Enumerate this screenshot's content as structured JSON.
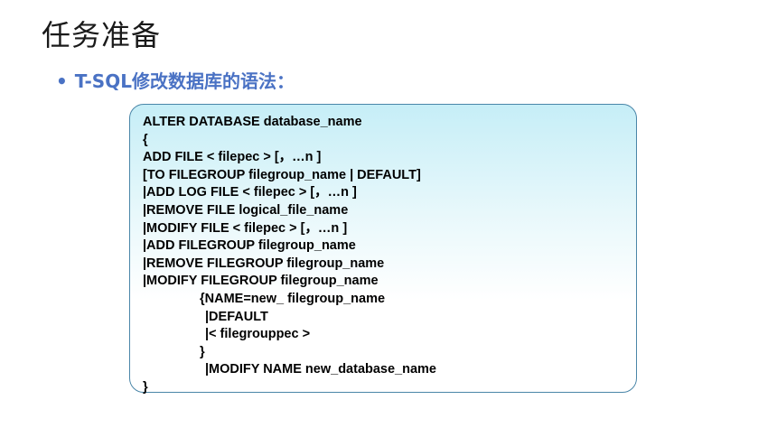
{
  "slide": {
    "title": "任务准备",
    "bullet_marker": "•",
    "bullet_text": "T-SQL修改数据库的语法："
  },
  "code": {
    "lines": [
      "ALTER DATABASE database_name",
      "{",
      "ADD FILE < filepec > [，…n ]",
      "[TO FILEGROUP filegroup_name | DEFAULT]",
      "|ADD LOG FILE < filepec > [，…n ]",
      "|REMOVE FILE logical_file_name",
      "|MODIFY FILE < filepec > [，…n ]",
      "|ADD FILEGROUP filegroup_name",
      "|REMOVE FILEGROUP filegroup_name",
      "|MODIFY FILEGROUP filegroup_name",
      "{NAME=new_ filegroup_name",
      "|DEFAULT",
      "|< filegrouppec >",
      "}",
      "|MODIFY NAME new_database_name",
      "}"
    ]
  },
  "colors": {
    "accent": "#4a72c4",
    "box_border": "#4a86a8",
    "box_fill_top": "#c6eef7"
  }
}
